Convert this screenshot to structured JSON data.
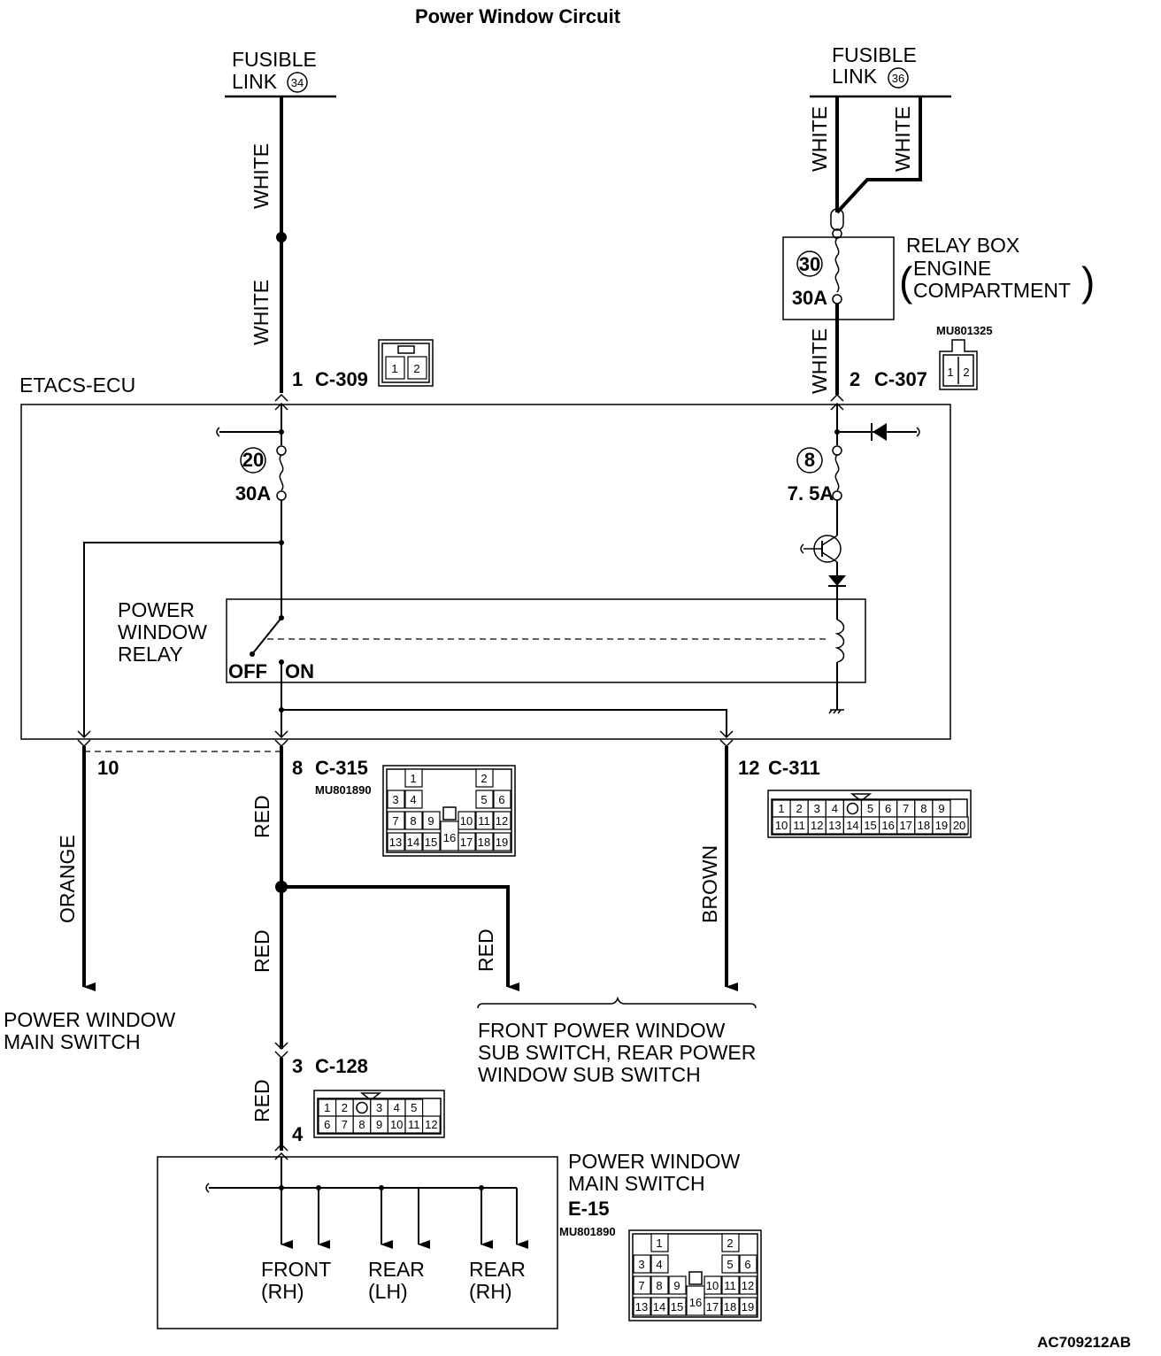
{
  "title": "Power Window Circuit",
  "fusible_link_left": {
    "line1": "FUSIBLE",
    "line2": "LINK",
    "number": "34"
  },
  "fusible_link_right": {
    "line1": "FUSIBLE",
    "line2": "LINK",
    "number": "36"
  },
  "relay_box": {
    "line1": "RELAY BOX",
    "line2": "ENGINE",
    "line3": "COMPARTMENT",
    "fuse_number": "30",
    "rating": "30A"
  },
  "wire_colors": {
    "white": "WHITE",
    "red": "RED",
    "orange": "ORANGE",
    "brown": "BROWN"
  },
  "ecu": {
    "name": "ETACS-ECU",
    "fuse_left_number": "20",
    "fuse_left_rating": "30A",
    "fuse_right_number": "8",
    "fuse_right_rating": "7. 5A",
    "relay_line1": "POWER",
    "relay_line2": "WINDOW",
    "relay_line3": "RELAY",
    "off": "OFF",
    "on": "ON"
  },
  "connectors": {
    "c309": {
      "pin": "1",
      "name": "C-309",
      "pins": [
        "1",
        "2"
      ]
    },
    "c307": {
      "pin": "2",
      "name": "C-307",
      "part": "MU801325",
      "pins": [
        "1",
        "2"
      ]
    },
    "c315": {
      "pin": "8",
      "name": "C-315",
      "part": "MU801890"
    },
    "c311": {
      "pin": "12",
      "name": "C-311",
      "row1": [
        "1",
        "2",
        "3",
        "4",
        "",
        "5",
        "6",
        "7",
        "8",
        "9"
      ],
      "row2": [
        "10",
        "11",
        "12",
        "13",
        "14",
        "15",
        "16",
        "17",
        "18",
        "19",
        "20"
      ]
    },
    "c128": {
      "pin_in": "3",
      "name": "C-128",
      "pin_out": "4",
      "row1": [
        "1",
        "2",
        "",
        "3",
        "4",
        "5"
      ],
      "row2": [
        "6",
        "7",
        "8",
        "9",
        "10",
        "11",
        "12"
      ]
    },
    "pin10": "10",
    "e15": {
      "name": "E-15",
      "part": "MU801890"
    },
    "grid19": {
      "r1a": "1",
      "r1b": "2",
      "r2": [
        "3",
        "4",
        "5",
        "6"
      ],
      "r3": [
        "7",
        "8",
        "9",
        "10",
        "11",
        "12"
      ],
      "r4": [
        "13",
        "14",
        "15",
        "16",
        "17",
        "18",
        "19"
      ]
    }
  },
  "targets": {
    "main_switch_left": {
      "line1": "POWER WINDOW",
      "line2": "MAIN SWITCH"
    },
    "sub_switches": {
      "line1": "FRONT POWER WINDOW",
      "line2": "SUB SWITCH, REAR POWER",
      "line3": "WINDOW SUB SWITCH"
    },
    "main_switch_bottom": {
      "line1": "POWER WINDOW",
      "line2": "MAIN SWITCH"
    },
    "outputs": [
      {
        "l1": "FRONT",
        "l2": "(RH)"
      },
      {
        "l1": "REAR",
        "l2": "(LH)"
      },
      {
        "l1": "REAR",
        "l2": "(RH)"
      }
    ]
  },
  "diagram_code": "AC709212AB"
}
